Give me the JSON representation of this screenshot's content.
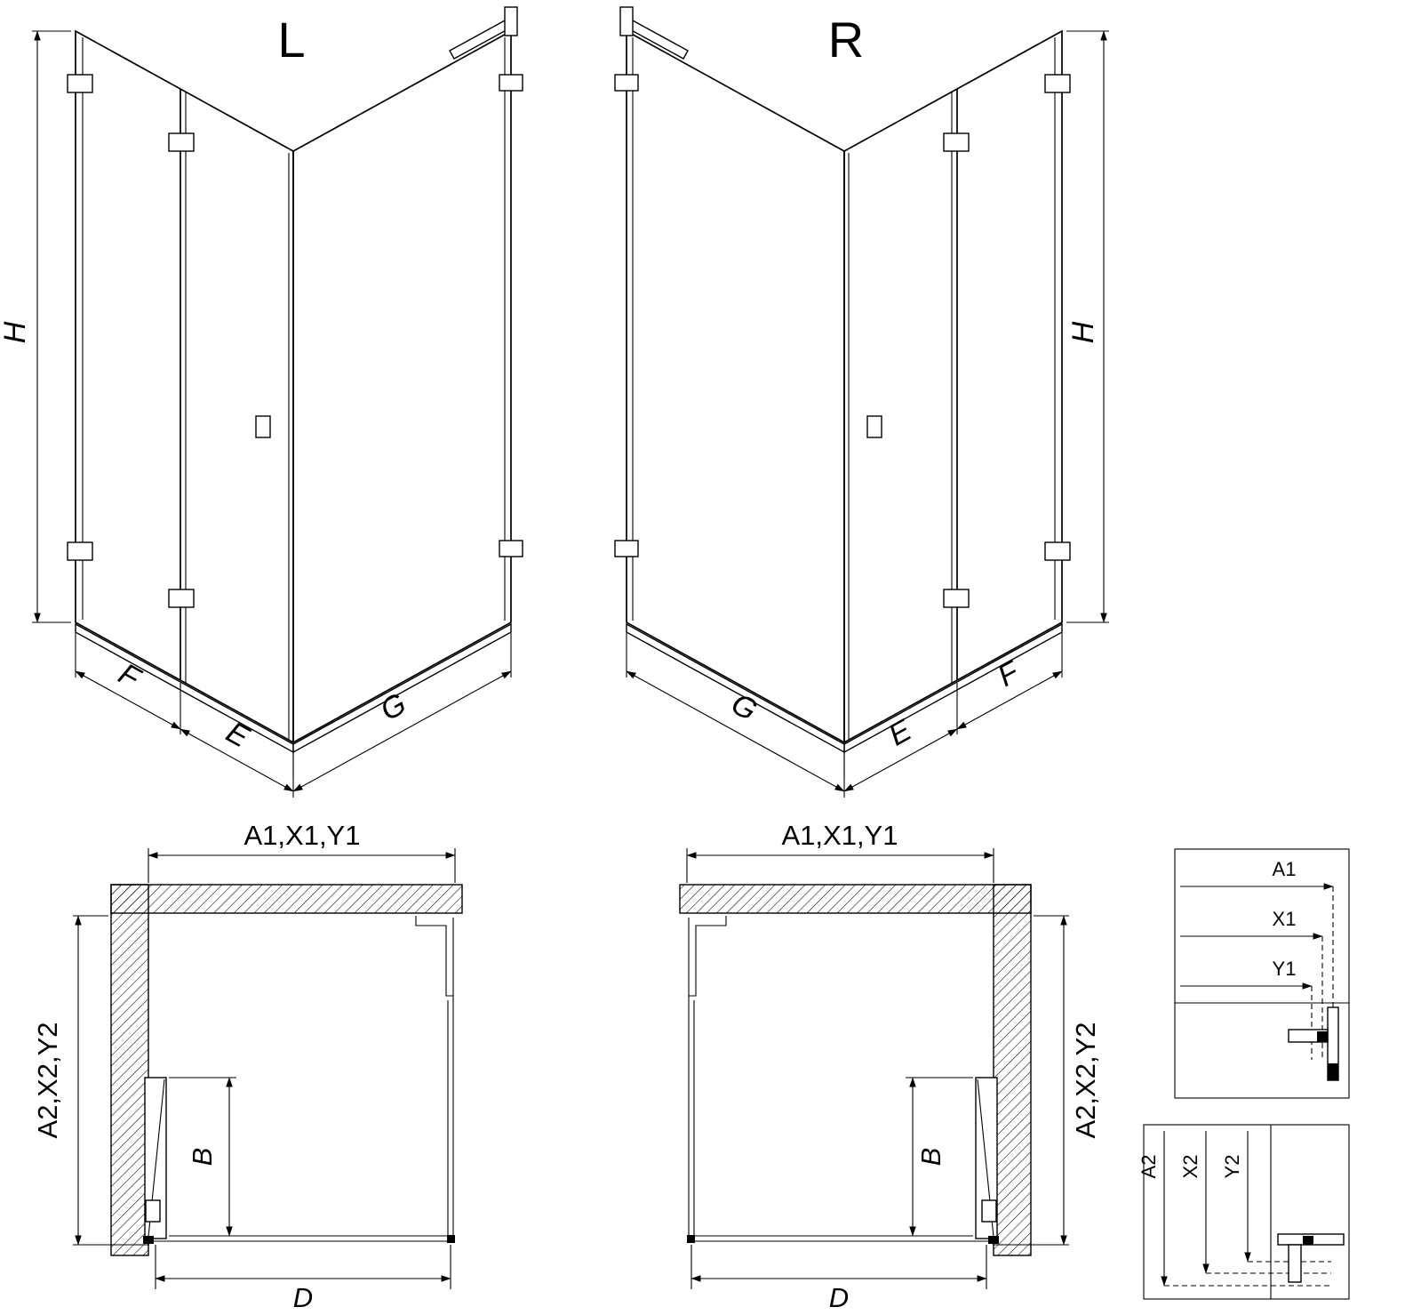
{
  "colors": {
    "line_color": "#000000",
    "background": "#ffffff"
  },
  "iso_left": {
    "label": "L",
    "dim_height": "H",
    "dim_front_panel": "F",
    "dim_door": "E",
    "dim_side": "G"
  },
  "iso_right": {
    "label": "R",
    "dim_height": "H",
    "dim_front_panel": "F",
    "dim_door": "E",
    "dim_side": "G"
  },
  "plan_left": {
    "dim_top": "A1,X1,Y1",
    "dim_side": "A2,X2,Y2",
    "dim_door": "B",
    "dim_bottom": "D"
  },
  "plan_right": {
    "dim_top": "A1,X1,Y1",
    "dim_side": "A2,X2,Y2",
    "dim_door": "B",
    "dim_bottom": "D"
  },
  "detail_horizontal": {
    "labels": [
      "A1",
      "X1",
      "Y1"
    ]
  },
  "detail_vertical": {
    "labels": [
      "A2",
      "X2",
      "Y2"
    ]
  }
}
